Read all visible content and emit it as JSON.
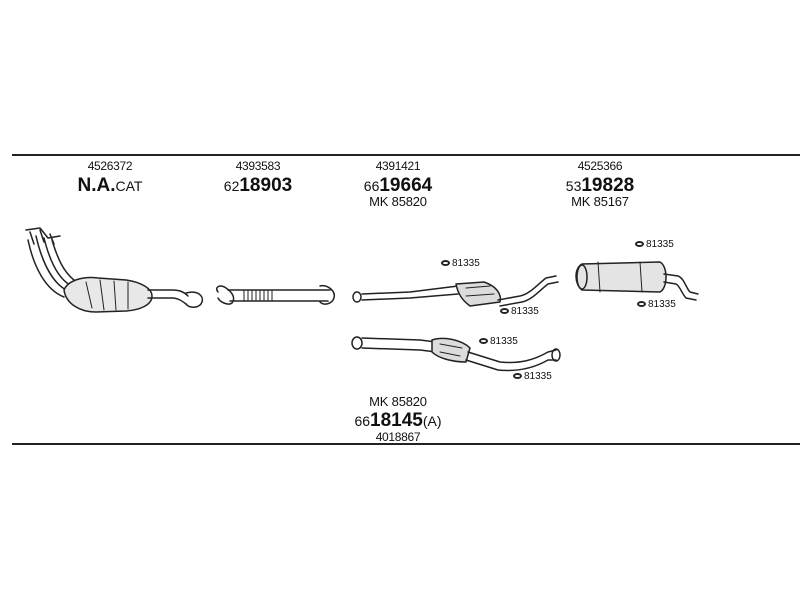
{
  "columns": [
    {
      "code": "4526372",
      "label_bold": "N.A.",
      "label_suffix": "CAT"
    },
    {
      "code": "4393583",
      "prefix": "62",
      "number": "18903"
    },
    {
      "code": "4391421",
      "prefix": "66",
      "number": "19664",
      "mk": "MK 85820"
    },
    {
      "code": "4525366",
      "prefix": "53",
      "number": "19828",
      "mk": "MK 85167"
    }
  ],
  "lower": {
    "mk": "MK 85820",
    "prefix": "66",
    "number": "18145",
    "suffix": "(A)",
    "code": "4018867"
  },
  "clamps": [
    "81335",
    "81335",
    "81335",
    "81335",
    "81335",
    "81335"
  ]
}
